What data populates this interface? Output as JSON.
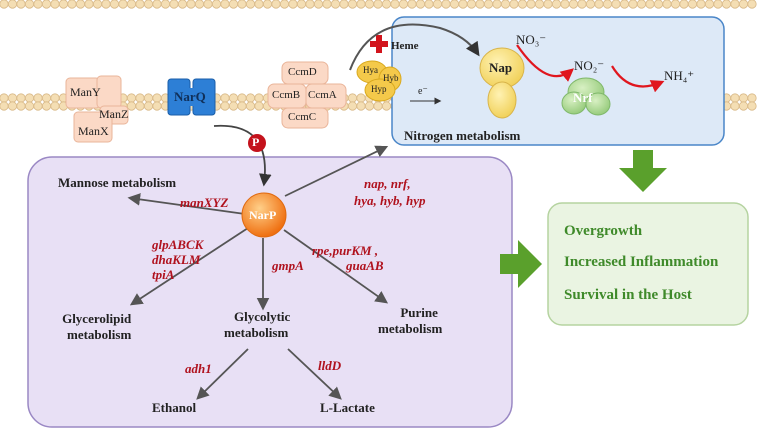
{
  "membrane_proteins": {
    "man": [
      "ManY",
      "ManZ",
      "ManX"
    ],
    "narq": "NarQ",
    "ccm": [
      "CcmD",
      "CcmB",
      "CcmA",
      "CcmC"
    ],
    "hya_complex": [
      "Hya",
      "Hyb",
      "Hyp"
    ],
    "heme": "Heme",
    "electron": "e⁻"
  },
  "nitrogen_box": {
    "title": "Nitrogen metabolism",
    "nap": "Nap",
    "nrf": "Nrf",
    "no3": "NO₃⁻",
    "no2": "NO₂⁻",
    "nh4": "NH₄⁺"
  },
  "phospho": "P",
  "regulator": "NarP",
  "pathways": {
    "mannose": "Mannose metabolism",
    "glycerolipid": [
      "Glycerolipid",
      "metabolism"
    ],
    "glycolytic": [
      "Glycolytic",
      "metabolism"
    ],
    "purine": [
      "Purine",
      "metabolism"
    ],
    "ethanol": "Ethanol",
    "lactate": "L-Lactate"
  },
  "genes": {
    "man": "manXYZ",
    "nap": [
      "nap, nrf,",
      "hya, hyb, hyp"
    ],
    "glp": [
      "glpABCK",
      "dhaKLM",
      "tpiA"
    ],
    "gmp": "gmpA",
    "rpe": [
      "rpe,purKM ,",
      "guaAB"
    ],
    "adh": "adh1",
    "lld": "lldD"
  },
  "outcomes": [
    "Overgrowth",
    "Increased Inflammation",
    "Survival in the Host"
  ],
  "colors": {
    "membrane_bead": "#f4deb4",
    "membrane_stroke": "#d8b887",
    "nitrogen_box": "#dde9f7",
    "nitrogen_border": "#4a86c8",
    "main_box": "#e8e0f5",
    "main_border": "#9a88c4",
    "outcome_box": "#eaf4e2",
    "outcome_border": "#b5d3a0",
    "arrow_green": "#5aa02c",
    "narq_blue": "#2d7fd6",
    "narp_orange": "#f07e1c",
    "ccm_peach": "#fbd9c6",
    "gene_red": "#b0121e"
  }
}
